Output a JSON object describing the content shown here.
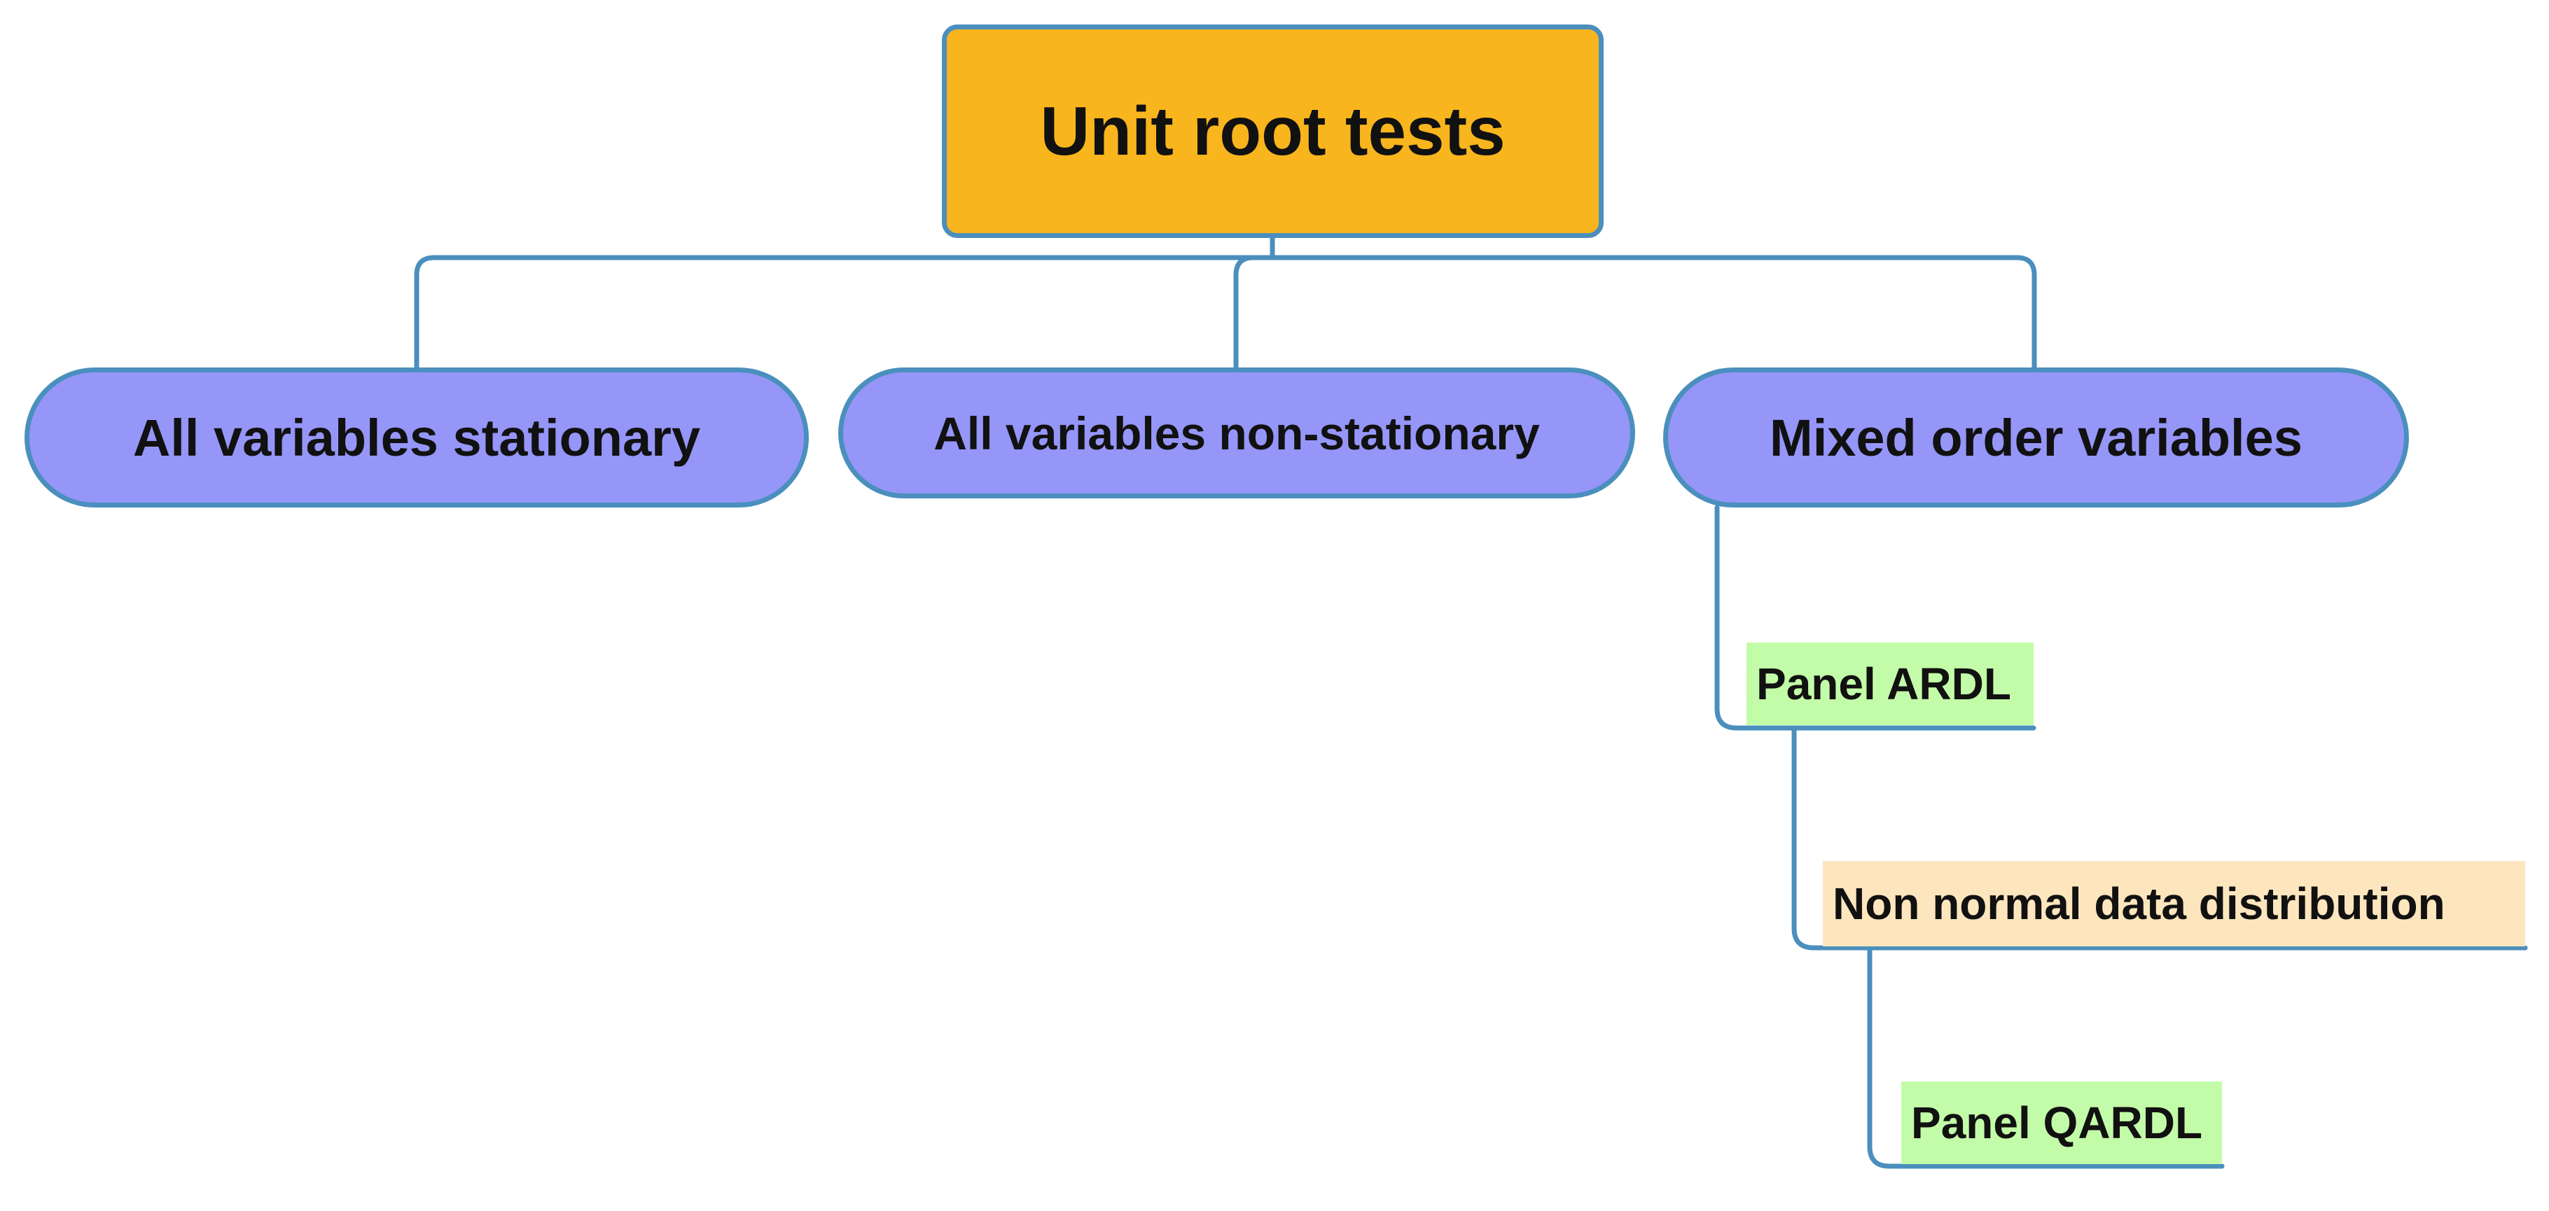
{
  "diagram": {
    "root": {
      "label": "Unit root tests",
      "fill": "#f8b51d"
    },
    "categories": [
      {
        "label": "All variables stationary",
        "fill": "#9596f8"
      },
      {
        "label": "All variables non-stationary",
        "fill": "#9596f8"
      },
      {
        "label": "Mixed order variables",
        "fill": "#9596f8"
      }
    ],
    "chain": [
      {
        "label": "Panel ARDL",
        "fill": "#c3fca8"
      },
      {
        "label": "Non normal data distribution",
        "fill": "#fde6bd"
      },
      {
        "label": "Panel QARDL",
        "fill": "#c3fca8"
      }
    ],
    "connector_color": "#4a8fbd"
  }
}
